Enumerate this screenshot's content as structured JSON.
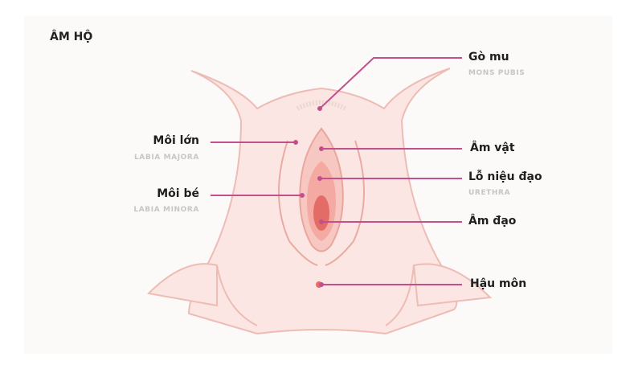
{
  "title": "ÂM HỘ",
  "labels": {
    "mons": {
      "name": "Gò mu",
      "en": "MONS PUBIS"
    },
    "labia_majora": {
      "name": "Môi lớn",
      "en": "LABIA MAJORA"
    },
    "labia_minora": {
      "name": "Môi bé",
      "en": "LABIA MINORA"
    },
    "clitoris": {
      "name": "Âm vật"
    },
    "urethra": {
      "name": "Lỗ niệu đạo",
      "en": "URETHRA"
    },
    "vagina": {
      "name": "Âm đạo"
    },
    "anus": {
      "name": "Hậu môn"
    }
  },
  "colors": {
    "leader": "#c2508c",
    "skin": "#fbe3e0",
    "outline": "#eab7b1",
    "inner": "#f2a6a0",
    "core": "#e36d66"
  }
}
